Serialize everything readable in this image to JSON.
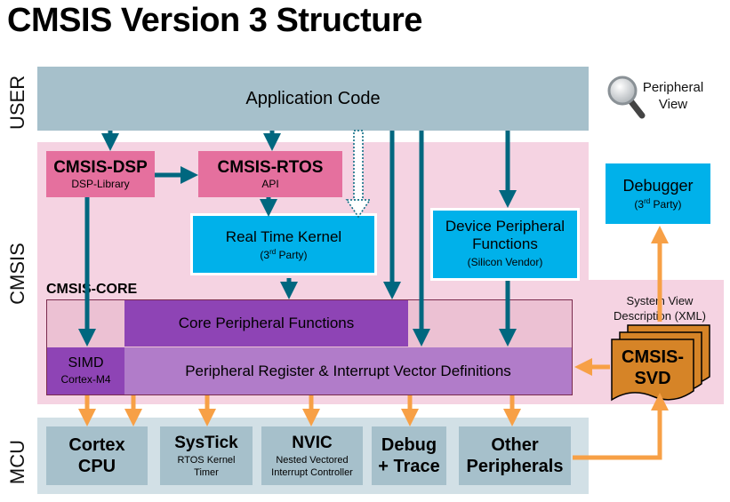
{
  "title": "CMSIS Version 3 Structure",
  "layers": {
    "user": "USER",
    "cmsis": "CMSIS",
    "mcu": "MCU"
  },
  "user": {
    "app_code": "Application Code",
    "peripheral_view": [
      "Peripheral",
      "View"
    ]
  },
  "cmsis": {
    "dsp": {
      "title": "CMSIS-DSP",
      "sub": "DSP-Library"
    },
    "rtos": {
      "title": "CMSIS-RTOS",
      "sub": "API"
    },
    "rtk": {
      "title": "Real Time Kernel",
      "sub_pre": "(3",
      "sub_sup": "rd",
      "sub_post": " Party)"
    },
    "dpf": {
      "line1": "Device Peripheral",
      "line2": "Functions",
      "sub": "(Silicon Vendor)"
    },
    "debugger": {
      "title": "Debugger",
      "sub_pre": "(3",
      "sub_sup": "rd",
      "sub_post": " Party)"
    },
    "core_label": "CMSIS-CORE",
    "core_periph": "Core Peripheral Functions",
    "simd": {
      "title": "SIMD",
      "sub": "Cortex-M4"
    },
    "periph_reg": "Peripheral Register & Interrupt Vector Definitions",
    "svd_desc": [
      "System View",
      "Description (XML)"
    ],
    "svd": [
      "CMSIS-",
      "SVD"
    ]
  },
  "mcu": {
    "cortex": [
      "Cortex",
      "CPU"
    ],
    "systick": {
      "title": "SysTick",
      "sub": [
        "RTOS Kernel",
        "Timer"
      ]
    },
    "nvic": {
      "title": "NVIC",
      "sub": [
        "Nested Vectored",
        "Interrupt Controller"
      ]
    },
    "debug": [
      "Debug",
      "+ Trace"
    ],
    "other": [
      "Other",
      "Peripherals"
    ]
  },
  "colors": {
    "teal_arrow": "#00677f",
    "orange_arrow": "#f7a046",
    "pink_band": "#f5d3e2",
    "purple": "#8e44b5",
    "lavender": "#b17cc9",
    "svd_orange": "#d68427"
  }
}
